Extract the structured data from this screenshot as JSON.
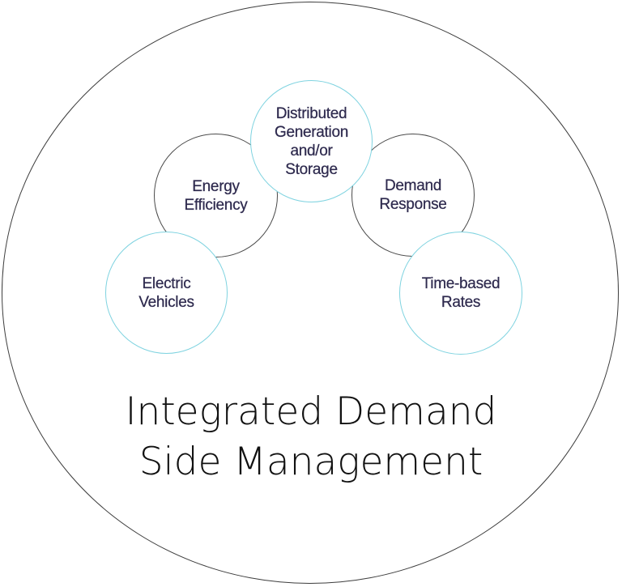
{
  "diagram": {
    "title": "Integrated Demand\nSide Management",
    "nodes": [
      {
        "id": "distributed-generation",
        "label": "Distributed\nGeneration\nand/or\nStorage",
        "border_color": "#7fd3e0"
      },
      {
        "id": "energy-efficiency",
        "label": "Energy\nEfficiency",
        "border_color": "#4a4a4a"
      },
      {
        "id": "demand-response",
        "label": "Demand\nResponse",
        "border_color": "#4a4a4a"
      },
      {
        "id": "electric-vehicles",
        "label": "Electric\nVehicles",
        "border_color": "#7fd3e0"
      },
      {
        "id": "time-based-rates",
        "label": "Time-based\nRates",
        "border_color": "#7fd3e0"
      }
    ],
    "colors": {
      "label_text": "#2e2a4e",
      "title_text": "#111111",
      "outer_border": "#3d3d3d"
    }
  }
}
